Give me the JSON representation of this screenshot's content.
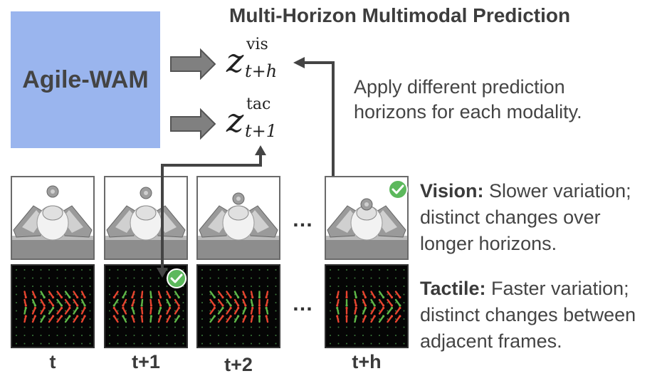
{
  "title": "Multi-Horizon Multimodal Prediction",
  "model": {
    "label": "Agile-WAM"
  },
  "latents": {
    "vision": {
      "symbol": "z",
      "sup": "vis",
      "sub": "t+h"
    },
    "tactile": {
      "symbol": "z",
      "sup": "tac",
      "sub": "t+1"
    }
  },
  "note": {
    "line1": "Apply different prediction",
    "line2": "horizons for each modality."
  },
  "vision_text": {
    "bold": "Vision:",
    "line1": " Slower variation;",
    "line2": "distinct changes over",
    "line3": "longer horizons."
  },
  "tactile_text": {
    "bold": "Tactile:",
    "line1": " Faster variation;",
    "line2": "distinct changes between",
    "line3": "adjacent frames."
  },
  "frames": [
    "t",
    "t+1",
    "t+2",
    "t+h"
  ],
  "ellipsis": "…",
  "colors": {
    "model_box": "#9ab5ee",
    "check": "#5cb85c",
    "arrow": "#444444",
    "tactile_red": "#e8442f",
    "tactile_green": "#5fb848"
  },
  "icons": [
    "arrow-right-icon",
    "check-icon"
  ]
}
